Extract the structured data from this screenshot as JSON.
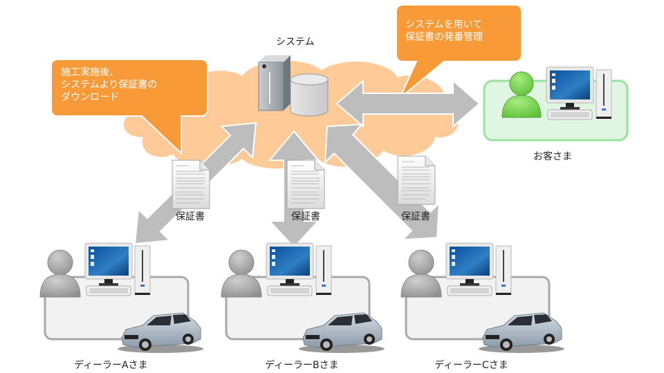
{
  "system": {
    "label": "システム"
  },
  "callouts": {
    "left": "施工実施後、\nシステムより保証書の\nダウンロード",
    "right": "システムを用いて\n保証書の発番管理"
  },
  "customer": {
    "label": "お客さま"
  },
  "documents": [
    {
      "label": "保証書"
    },
    {
      "label": "保証書"
    },
    {
      "label": "保証書"
    }
  ],
  "dealers": [
    {
      "label": "ディーラーAさま"
    },
    {
      "label": "ディーラーBさま"
    },
    {
      "label": "ディーラーCさま"
    }
  ],
  "colors": {
    "callout": "#F99A38",
    "cloud": "#FECB98",
    "arrow": "#BDBDBD",
    "customer_box_fill": "#E0F5E2",
    "customer_box_stroke": "#9BE29F",
    "dealer_box_fill": "#F2F2F2",
    "dealer_box_stroke": "#A8A8A8",
    "person_green": "#7DD85A",
    "person_gray": "#A9A9A9"
  }
}
